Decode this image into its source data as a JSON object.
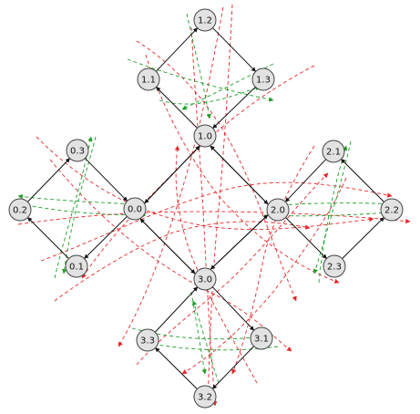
{
  "colors": {
    "node_fill": "#e2e2e2",
    "node_stroke": "#444444",
    "edge": "#111111",
    "red_curves": "#e8262a",
    "green_curves": "#1f9e2a"
  },
  "nodes": [
    {
      "id": "1.2",
      "label": "1.2"
    },
    {
      "id": "1.1",
      "label": "1.1"
    },
    {
      "id": "1.3",
      "label": "1.3"
    },
    {
      "id": "1.0",
      "label": "1.0"
    },
    {
      "id": "0.3",
      "label": "0.3"
    },
    {
      "id": "0.2",
      "label": "0.2"
    },
    {
      "id": "0.0",
      "label": "0.0"
    },
    {
      "id": "0.1",
      "label": "0.1"
    },
    {
      "id": "2.1",
      "label": "2.1"
    },
    {
      "id": "2.0",
      "label": "2.0"
    },
    {
      "id": "2.2",
      "label": "2.2"
    },
    {
      "id": "2.3",
      "label": "2.3"
    },
    {
      "id": "3.0",
      "label": "3.0"
    },
    {
      "id": "3.3",
      "label": "3.3"
    },
    {
      "id": "3.1",
      "label": "3.1"
    },
    {
      "id": "3.2",
      "label": "3.2"
    }
  ],
  "edges": [
    [
      "1.1",
      "1.2"
    ],
    [
      "1.2",
      "1.3"
    ],
    [
      "1.3",
      "1.0"
    ],
    [
      "1.0",
      "1.1"
    ],
    [
      "0.3",
      "0.0"
    ],
    [
      "0.0",
      "0.1"
    ],
    [
      "0.1",
      "0.2"
    ],
    [
      "0.2",
      "0.3"
    ],
    [
      "2.1",
      "2.0"
    ],
    [
      "2.0",
      "2.3"
    ],
    [
      "2.3",
      "2.2"
    ],
    [
      "2.2",
      "2.1"
    ],
    [
      "3.0",
      "3.1"
    ],
    [
      "3.1",
      "3.2"
    ],
    [
      "3.2",
      "3.3"
    ],
    [
      "3.3",
      "3.0"
    ],
    [
      "1.0",
      "0.0"
    ],
    [
      "0.0",
      "1.0"
    ],
    [
      "1.0",
      "2.0"
    ],
    [
      "2.0",
      "1.0"
    ],
    [
      "0.0",
      "3.0"
    ],
    [
      "3.0",
      "0.0"
    ],
    [
      "2.0",
      "3.0"
    ],
    [
      "3.0",
      "2.0"
    ]
  ]
}
